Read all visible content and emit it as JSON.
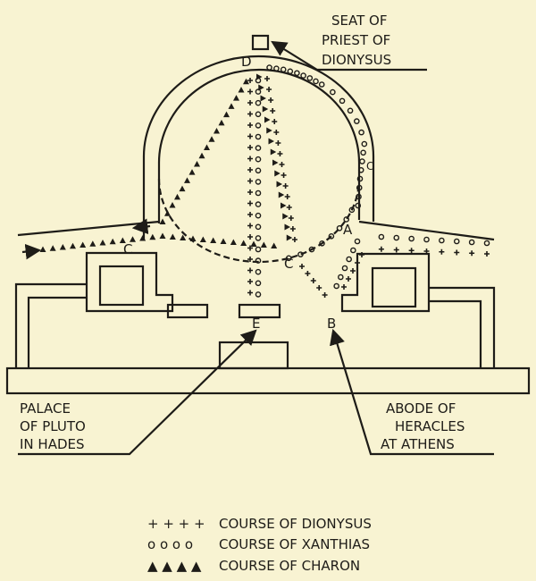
{
  "labels": {
    "seat": [
      "SEAT OF",
      "PRIEST OF",
      "DIONYSUS"
    ],
    "palace": [
      "PALACE",
      "OF PLUTO",
      "IN HADES"
    ],
    "abode": [
      "ABODE OF",
      "HERACLES",
      "AT ATHENS"
    ],
    "points": {
      "D": "D",
      "A": "A",
      "C": "C",
      "E": "E",
      "B": "B"
    }
  },
  "legend": [
    {
      "symbols": "+ + + +",
      "label": "COURSE OF DIONYSUS"
    },
    {
      "symbols": "o o o o",
      "label": "COURSE OF XANTHIAS"
    },
    {
      "symbols": "▲ ▲ ▲ ▲",
      "label": "COURSE OF CHARON"
    }
  ],
  "colors": {
    "ink": "#1e1c18",
    "paper": "#f8f3d2"
  }
}
